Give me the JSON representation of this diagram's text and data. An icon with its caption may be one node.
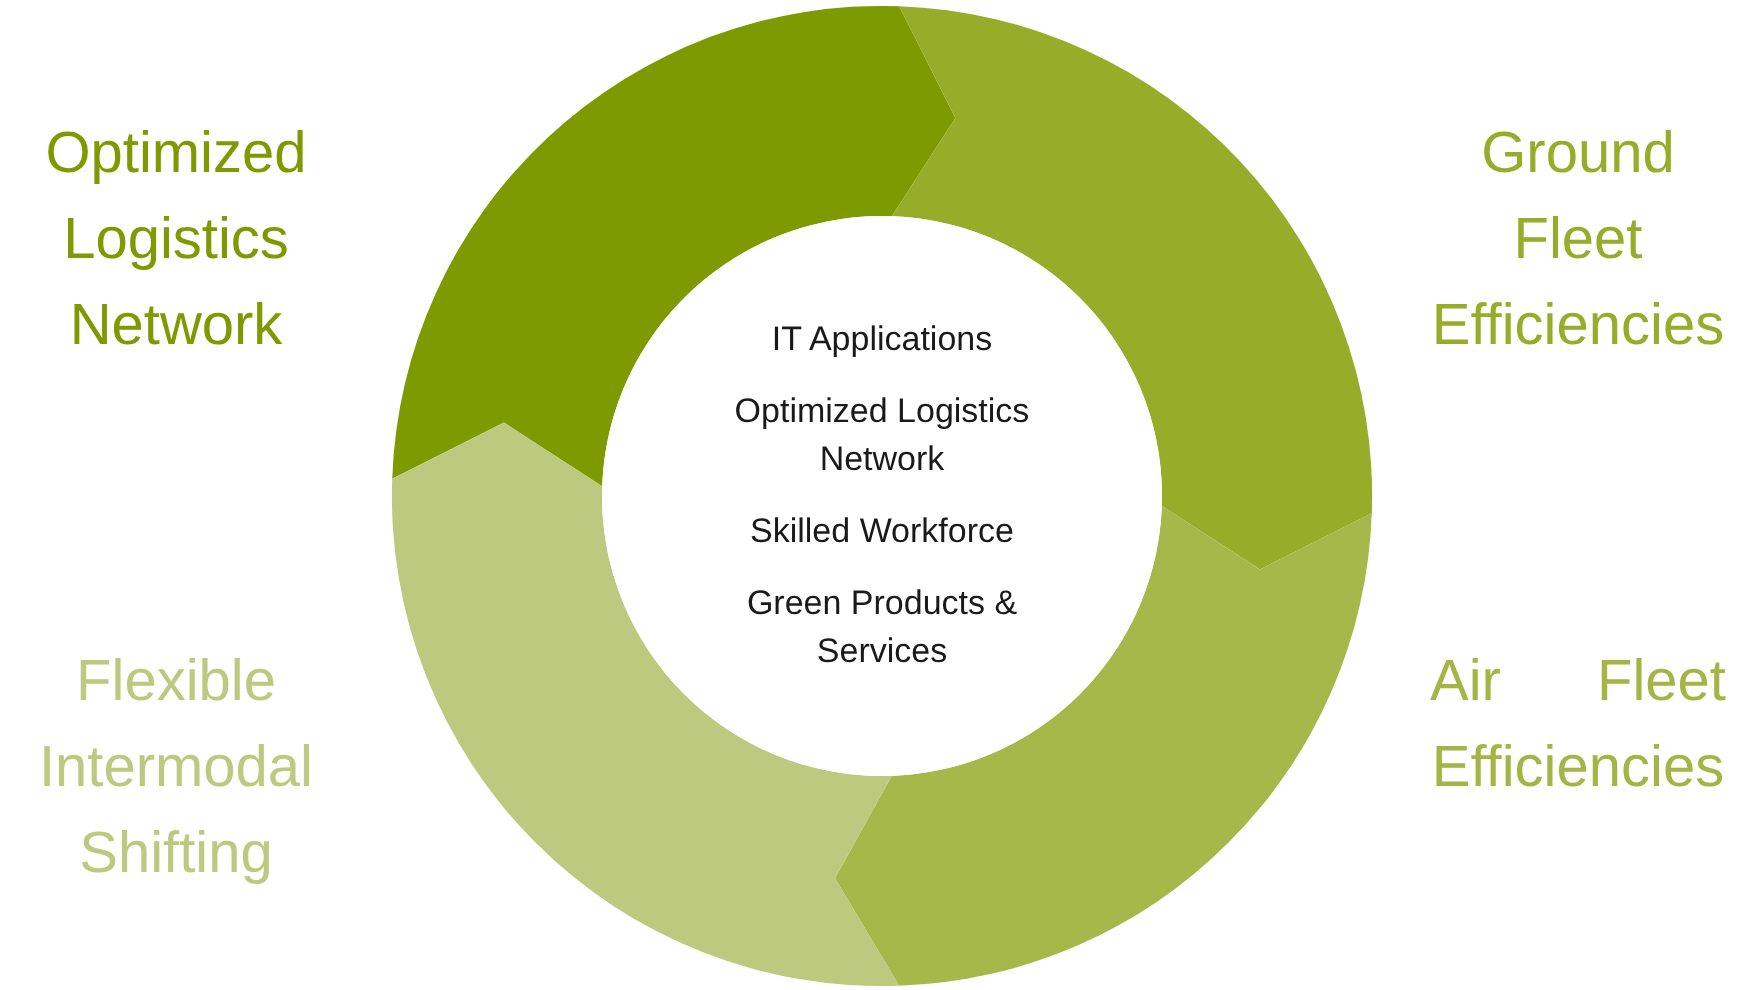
{
  "diagram": {
    "nodes": [
      {
        "text": [
          "Optimized Logistics Network"
        ]
      },
      {
        "text": [
          "Ground Fleet Efficiencies"
        ]
      },
      {
        "text": [
          "Air Fleet Efficiencies"
        ]
      },
      {
        "text": [
          "Flexible Intermodal Shifting"
        ]
      },
      {
        "text": [
          "IT Applications",
          "Optimized Logistics Network",
          "Skilled Workforce",
          "Green Products & Services"
        ]
      }
    ]
  }
}
